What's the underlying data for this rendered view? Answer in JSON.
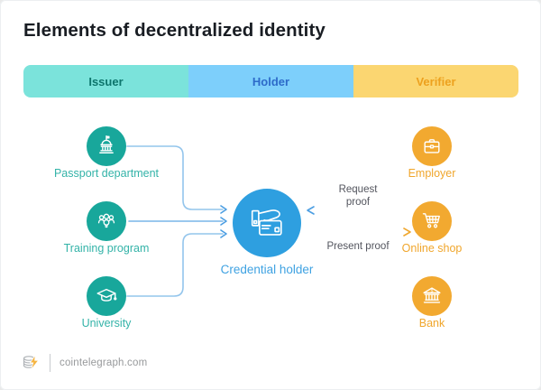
{
  "title": "Elements of decentralized identity",
  "columns": [
    {
      "label": "Issuer",
      "band_bg": "#7BE3DB",
      "text_color": "#0D756C"
    },
    {
      "label": "Holder",
      "band_bg": "#7DCFFB",
      "text_color": "#2D6BC9"
    },
    {
      "label": "Verifier",
      "band_bg": "#FBD671",
      "text_color": "#EDA11E"
    }
  ],
  "issuers": [
    {
      "label": "Passport department",
      "icon": "government-building-icon"
    },
    {
      "label": "Training program",
      "icon": "people-group-icon"
    },
    {
      "label": "University",
      "icon": "graduation-cap-icon"
    }
  ],
  "holder": {
    "label": "Credential holder",
    "icon": "hand-holding-card-icon"
  },
  "verifiers": [
    {
      "label": "Employer",
      "icon": "briefcase-icon"
    },
    {
      "label": "Online shop",
      "icon": "shopping-cart-icon"
    },
    {
      "label": "Bank",
      "icon": "bank-building-icon"
    }
  ],
  "flows": {
    "request": "Request proof",
    "present": "Present proof"
  },
  "footer": {
    "site": "cointelegraph.com",
    "logo_icon": "coin-lightning-icon"
  },
  "colors": {
    "issuer_node": "#18A79B",
    "holder_node": "#2E9FE0",
    "verifier_node": "#F2A930",
    "issuer_label": "#33B3A8",
    "holder_label": "#3FA2E2",
    "verifier_label": "#F0A62C",
    "connector_blue": "#93C5EC",
    "arrow_blue": "#4C9EE2",
    "arrow_yellow": "#F0A830",
    "band_issuer": "#7BE3DB",
    "band_holder": "#7DCFFB",
    "band_verifier": "#FBD671"
  }
}
